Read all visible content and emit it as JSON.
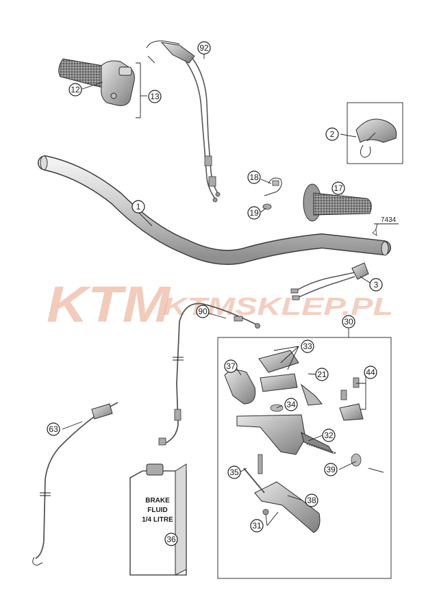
{
  "callouts": {
    "c1": "1",
    "c2": "2",
    "c3": "3",
    "c12": "12",
    "c13": "13",
    "c17": "17",
    "c18": "18",
    "c19": "19",
    "c21": "21",
    "c30": "30",
    "c31": "31",
    "c32": "32",
    "c33": "33",
    "c34": "34",
    "c35": "35",
    "c36": "36",
    "c37": "37",
    "c38": "38",
    "c39": "39",
    "c44": "44",
    "c63": "63",
    "c90": "90",
    "c92": "92"
  },
  "ref_label": "7434",
  "watermark": {
    "logo": "KTM",
    "site": "KTMSKLEP.PL"
  },
  "bottle": {
    "line1": "BRAKE",
    "line2": "FLUID",
    "line3": "1/4 LITRE"
  },
  "colors": {
    "watermark": "#e9a081",
    "parts": "#9a9a9a",
    "lines": "#1a1a1a"
  }
}
